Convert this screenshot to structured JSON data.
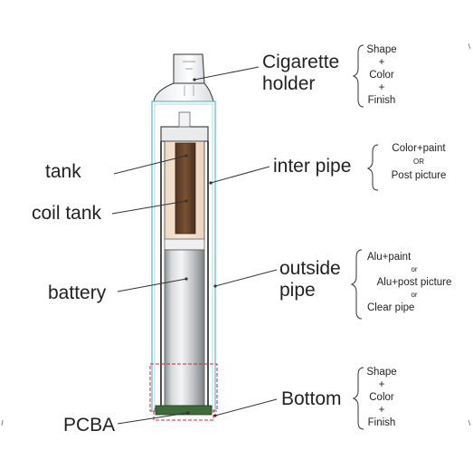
{
  "labels": {
    "cigarette_holder": [
      "Cigarette",
      "holder"
    ],
    "tank": "tank",
    "coil_tank": "coil tank",
    "battery": "battery",
    "pcba": "PCBA",
    "inter_pipe": "inter pipe",
    "outside_pipe": [
      "outside",
      "pipe"
    ],
    "bottom": "Bottom"
  },
  "notes": {
    "holder": [
      "Shape",
      "+",
      "Color",
      "+",
      "Finish"
    ],
    "inter_pipe": [
      "Color+paint",
      "OR",
      "Post picture"
    ],
    "outside_pipe": [
      "Alu+paint",
      "or",
      "Alu+post picture",
      "or",
      "Clear pipe"
    ],
    "bottom": [
      "Shape",
      "+",
      "Color",
      "+",
      "Finish"
    ]
  }
}
